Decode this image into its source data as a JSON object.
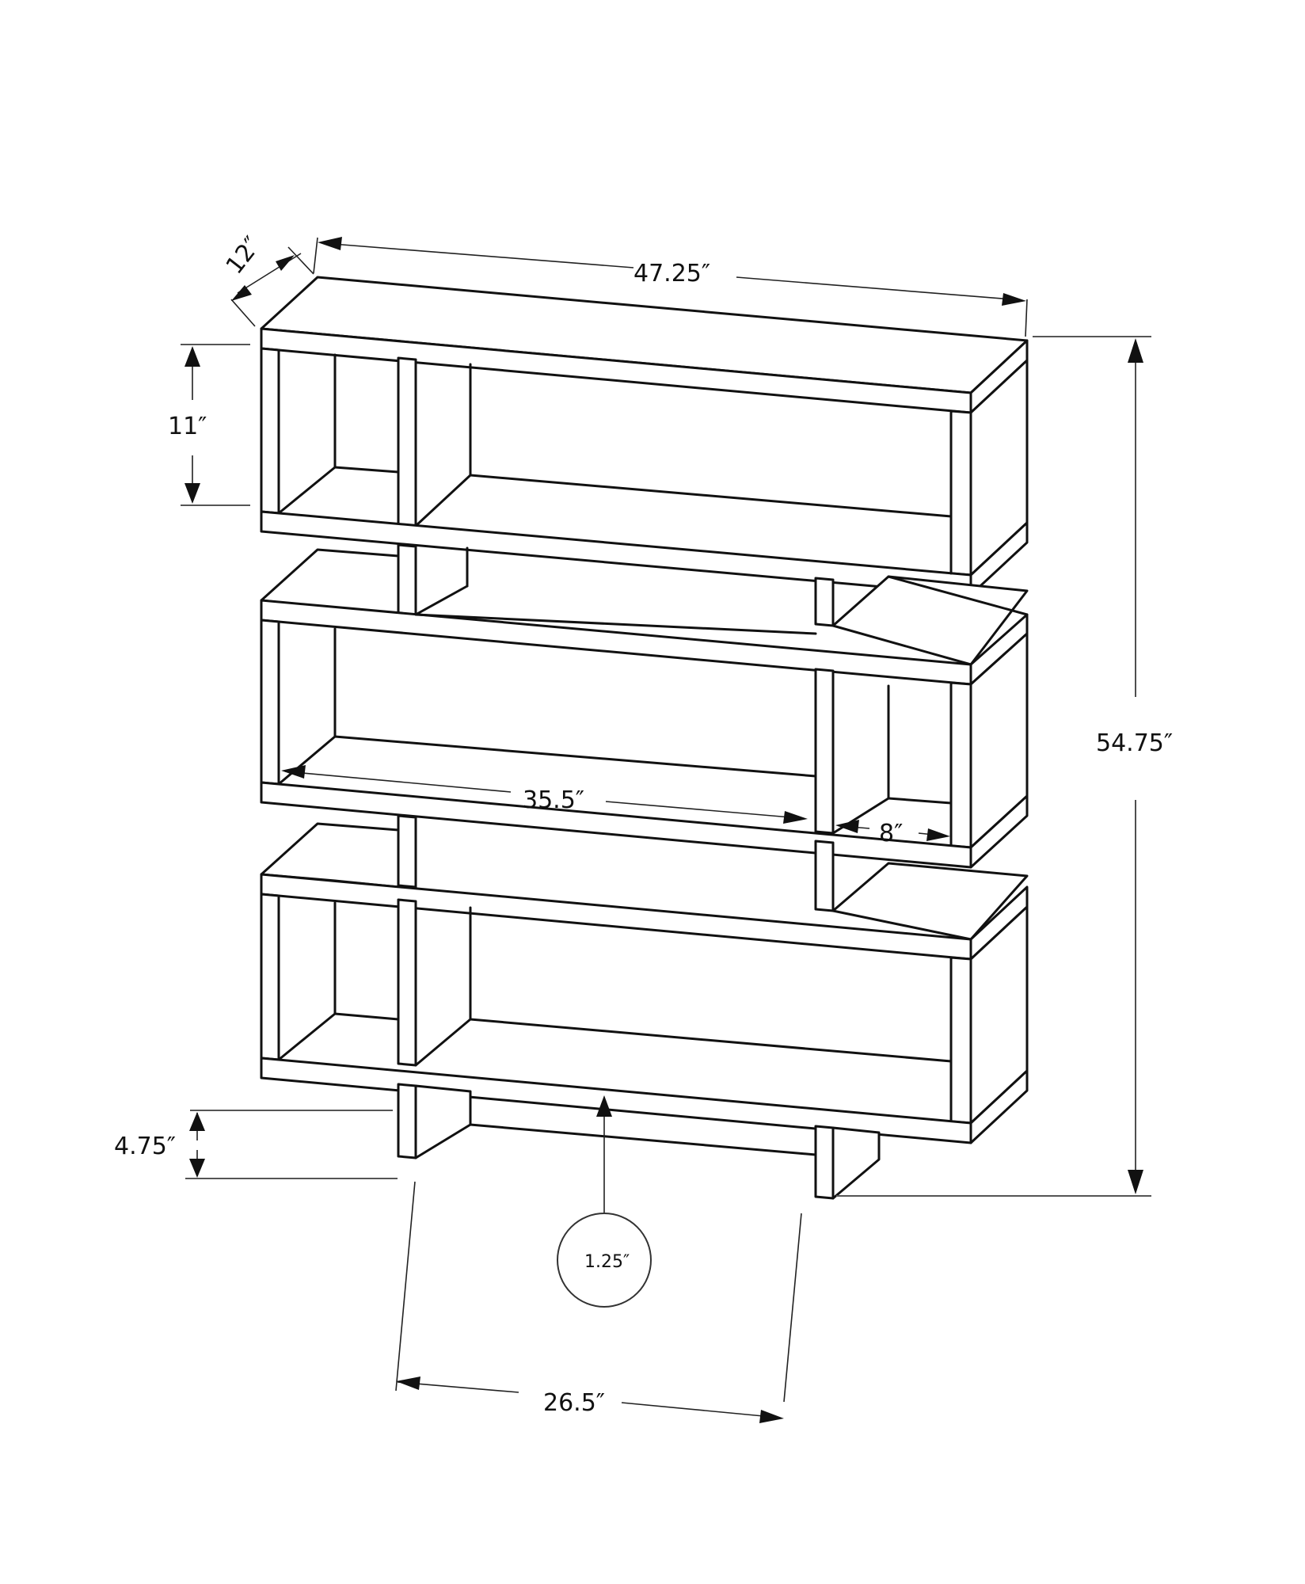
{
  "diagram": {
    "subject": "Three-tier bookcase dimension drawing",
    "line_color": "#111111",
    "background": "#ffffff",
    "dimensions": {
      "overall_width": "47.25″",
      "depth": "12″",
      "overall_height": "54.75″",
      "compartment_height": "11″",
      "large_compartment_width": "35.5″",
      "small_compartment_width": "8″",
      "base_height": "4.75″",
      "shelf_thickness": "1.25″",
      "base_leg_spread": "26.5″"
    }
  }
}
